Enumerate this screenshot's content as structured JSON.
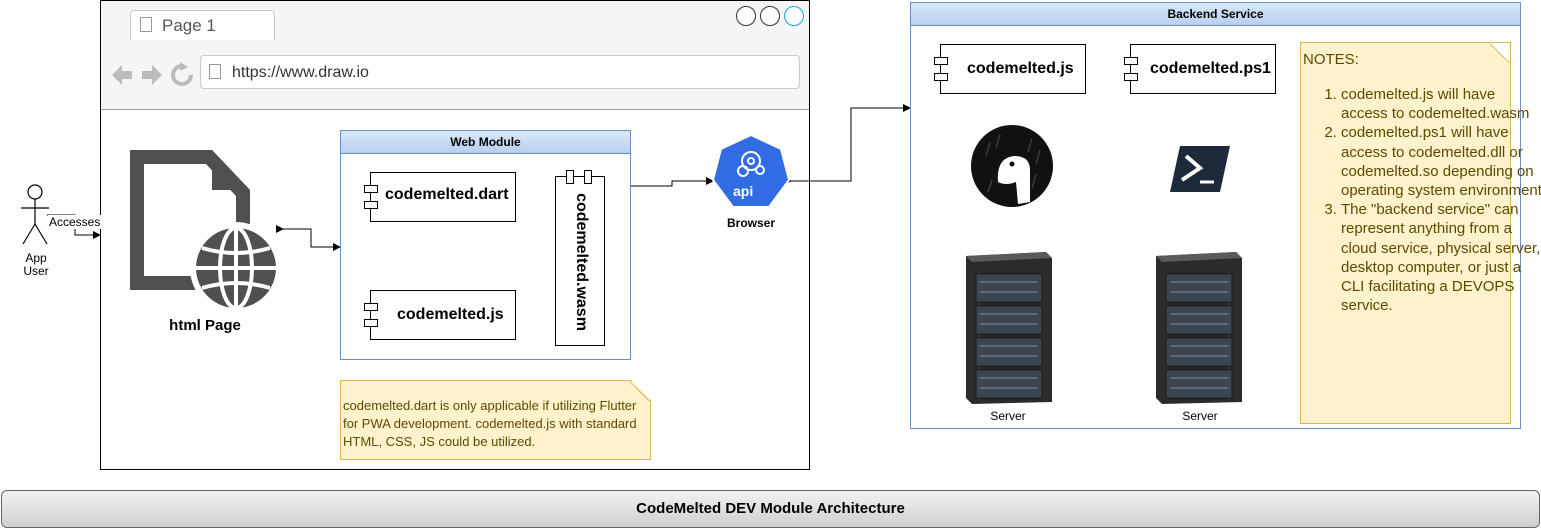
{
  "browser": {
    "tab_title": "Page 1",
    "url": "https://www.draw.io"
  },
  "actor": {
    "name": "App\nUser",
    "edge_label": "Accesses"
  },
  "html_page": {
    "label": "html Page"
  },
  "web_module": {
    "title": "Web Module",
    "components": {
      "dart": "codemelted.dart",
      "js": "codemelted.js",
      "wasm": "codemelted.wasm"
    }
  },
  "browser_node": {
    "label": "Browser",
    "icon_text": "api"
  },
  "web_note": "codemelted.dart is only applicable if utilizing Flutter for PWA development. codemelted.js with standard HTML, CSS, JS could be utilized.",
  "backend": {
    "title": "Backend Service",
    "components": {
      "js": "codemelted.js",
      "ps1": "codemelted.ps1"
    },
    "server_label_1": "Server",
    "server_label_2": "Server",
    "notes_title": "NOTES:",
    "notes": [
      "codemelted.js will have access to codemelted.wasm",
      "codemelted.ps1 will have access to codemelted.dll or codemelted.so depending on operating system environment",
      "The \"backend service\" can represent anything from a cloud service, physical server, desktop computer, or just a CLI facilitating a DEVOPS service."
    ]
  },
  "footer_title": "CodeMelted DEV Module Architecture",
  "colors": {
    "container_border": "#6c8ebf",
    "container_head": "#dae8fc",
    "note_fill": "#fff2cc",
    "note_border": "#d6b656",
    "api_blue": "#326ce5"
  }
}
